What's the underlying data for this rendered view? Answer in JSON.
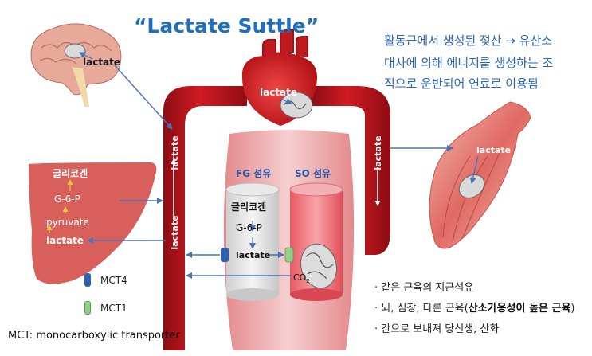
{
  "title": "“Lactate Suttle”",
  "description": [
    "활동근에서 생성된 젖산 → 유산소",
    "대사에 의해 에너지를 생성하는 조",
    "직으로 운반되어 연료로 이용됨"
  ],
  "organs": {
    "brain": {
      "label": "lactate"
    },
    "heart": {
      "label": "lactate"
    },
    "muscle": {
      "label": "lactate"
    },
    "liver": {
      "glycogen": "글리코겐",
      "g6p": "G-6-P",
      "pyruvate": "pyruvate",
      "lactate": "lactate"
    }
  },
  "vessel_labels": [
    "lactate",
    "lactate",
    "lactate",
    "lactate"
  ],
  "fibers": {
    "fg": {
      "title": "FG 섬유",
      "glycogen": "글리코겐",
      "g6p": "G-6-P",
      "lactate": "lactate"
    },
    "so": {
      "title": "SO 섬유",
      "co2": "CO",
      "co2_sub": "2"
    }
  },
  "legend": [
    {
      "label": "MCT4",
      "color": "#2d5fb3"
    },
    {
      "label": "MCT1",
      "color": "#8fcf8a"
    }
  ],
  "bullets": [
    {
      "pre": "· 같은 근육의 지근섬유",
      "bold": "",
      "post": ""
    },
    {
      "pre": "· 뇌, 심장, 다른 근육(",
      "bold": "산소가용성이 높은 근육",
      "post": ")"
    },
    {
      "pre": "· 간으로 보내져 당신생, 산화",
      "bold": "",
      "post": ""
    }
  ],
  "footnote": "MCT: monocarboxylic transporter",
  "colors": {
    "vessel": "#c0121a",
    "title": "#1f6fc1",
    "arrow": "#4a72b8",
    "liver": "#d9605a"
  }
}
